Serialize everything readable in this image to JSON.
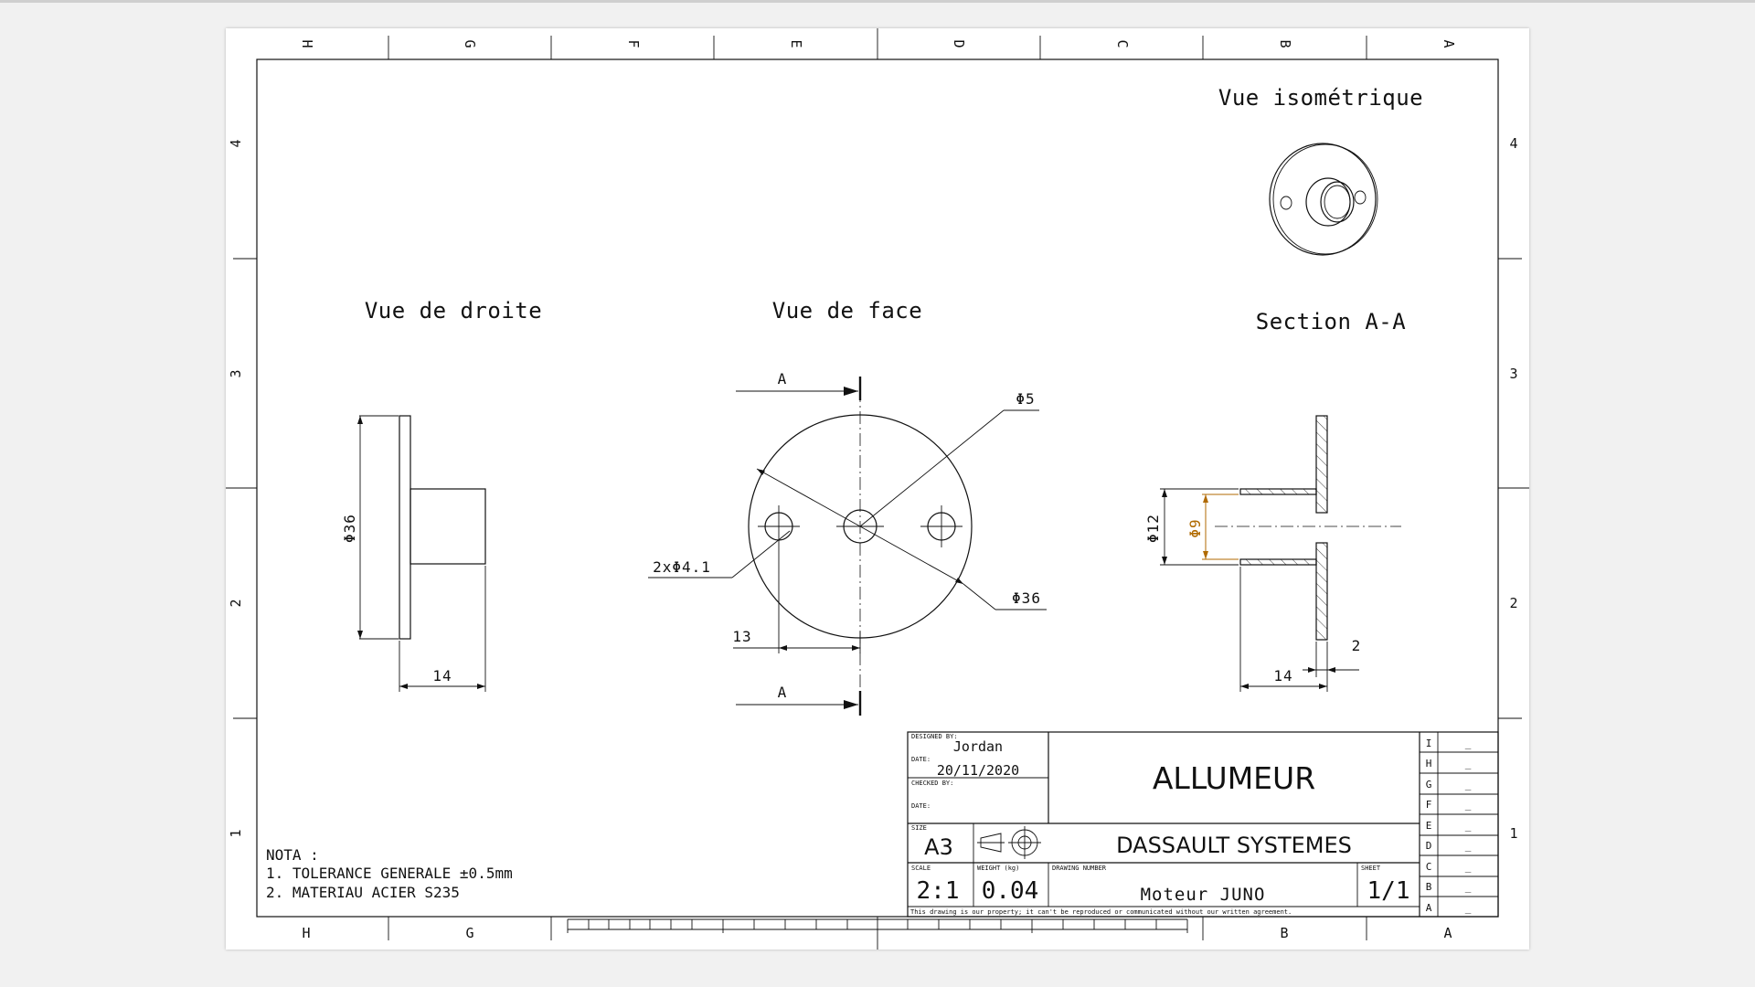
{
  "border": {
    "columns": [
      "H",
      "G",
      "F",
      "E",
      "D",
      "C",
      "B",
      "A"
    ],
    "rows": [
      "4",
      "3",
      "2",
      "1"
    ],
    "bottom_columns_left": [
      "H",
      "G"
    ],
    "bottom_columns_right": [
      "B",
      "A"
    ]
  },
  "views": {
    "right_view_title": "Vue de droite",
    "front_view_title": "Vue de face",
    "section_view_title": "Section A-A",
    "iso_view_title": "Vue isométrique"
  },
  "dimensions": {
    "right_dia": "Φ36",
    "right_len": "14",
    "section_letter_top": "A",
    "section_letter_bottom": "A",
    "front_small_hole": "Φ5",
    "front_holes": "2xΦ4.1",
    "front_outer_dia": "Φ36",
    "front_offset": "13",
    "sec_dia_outer": "Φ12",
    "sec_dia_inner": "Φ9",
    "sec_thickness": "2",
    "sec_len": "14"
  },
  "notes": {
    "heading": "NOTA :",
    "line1": "1. TOLERANCE GENERALE ±0.5mm",
    "line2": "2. MATERIAU ACIER S235"
  },
  "title_block": {
    "designed_by_label": "DESIGNED BY:",
    "designed_by": "Jordan",
    "date_label": "DATE:",
    "date": "20/11/2020",
    "checked_by_label": "CHECKED BY:",
    "date2_label": "DATE:",
    "size_label": "SIZE",
    "size": "A3",
    "title": "ALLUMEUR",
    "company": "DASSAULT SYSTEMES",
    "scale_label": "SCALE",
    "scale": "2:1",
    "weight_label": "WEIGHT (kg)",
    "weight": "0.04",
    "drawing_number_label": "DRAWING NUMBER",
    "drawing_number": "Moteur JUNO",
    "sheet_label": "SHEET",
    "sheet": "1/1",
    "copyright": "This drawing is our property; it can't be reproduced or communicated without our written agreement.",
    "revisions": [
      {
        "letter": "I",
        "value": "_"
      },
      {
        "letter": "H",
        "value": "_"
      },
      {
        "letter": "G",
        "value": "_"
      },
      {
        "letter": "F",
        "value": "_"
      },
      {
        "letter": "E",
        "value": "_"
      },
      {
        "letter": "D",
        "value": "_"
      },
      {
        "letter": "C",
        "value": "_"
      },
      {
        "letter": "B",
        "value": "_"
      },
      {
        "letter": "A",
        "value": "_"
      }
    ]
  }
}
